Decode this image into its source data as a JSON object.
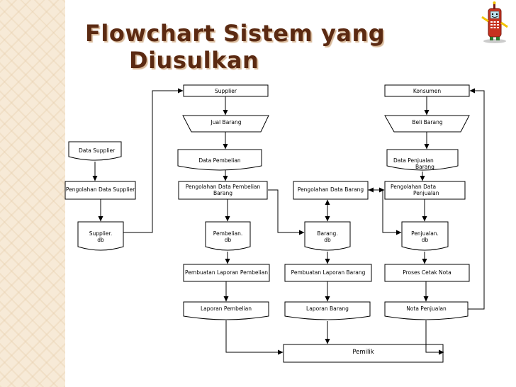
{
  "title": {
    "line1": "Flowchart Sistem yang",
    "line2": "Diusulkan"
  },
  "nodes": {
    "supplier": "Supplier",
    "jual_barang": "Jual Barang",
    "data_pembelian": "Data Pembelian",
    "data_supplier": "Data Supplier",
    "pengolahan_data_supplier": "Pengolahan Data Supplier",
    "pengolahan_data_pembelian_1": "Pengolahan Data Pembelian",
    "pengolahan_data_pembelian_2": "Barang",
    "pengolahan_data_barang": "Pengolahan Data Barang",
    "konsumen": "Konsumen",
    "beli_barang": "Beli Barang",
    "data_penjualan_1": "Data Penjualan",
    "data_penjualan_2": "Barang",
    "pengolahan_data_penjualan_1": "Pengolahan Data",
    "pengolahan_data_penjualan_2": "Penjualan",
    "db_supplier_1": "Supplier.",
    "db_supplier_2": "db",
    "db_pembelian_1": "Pembelian.",
    "db_pembelian_2": "db",
    "db_barang_1": "Barang.",
    "db_barang_2": "db",
    "db_penjualan_1": "Penjualan.",
    "db_penjualan_2": "db",
    "pembuatan_laporan_pembelian": "Pembuatan Laporan Pembelian",
    "pembuatan_laporan_barang": "Pembuatan Laporan Barang",
    "proses_cetak_nota": "Proses Cetak Nota",
    "laporan_pembelian": "Laporan Pembelian",
    "laporan_barang": "Laporan Barang",
    "nota_penjualan": "Nota Penjualan",
    "pemilik": "Pemilik"
  },
  "colors": {
    "title": "#5b2a12",
    "sidebar": "#f7ead7",
    "stroke": "#000000"
  },
  "mascot_icon": "phone-mascot-icon"
}
